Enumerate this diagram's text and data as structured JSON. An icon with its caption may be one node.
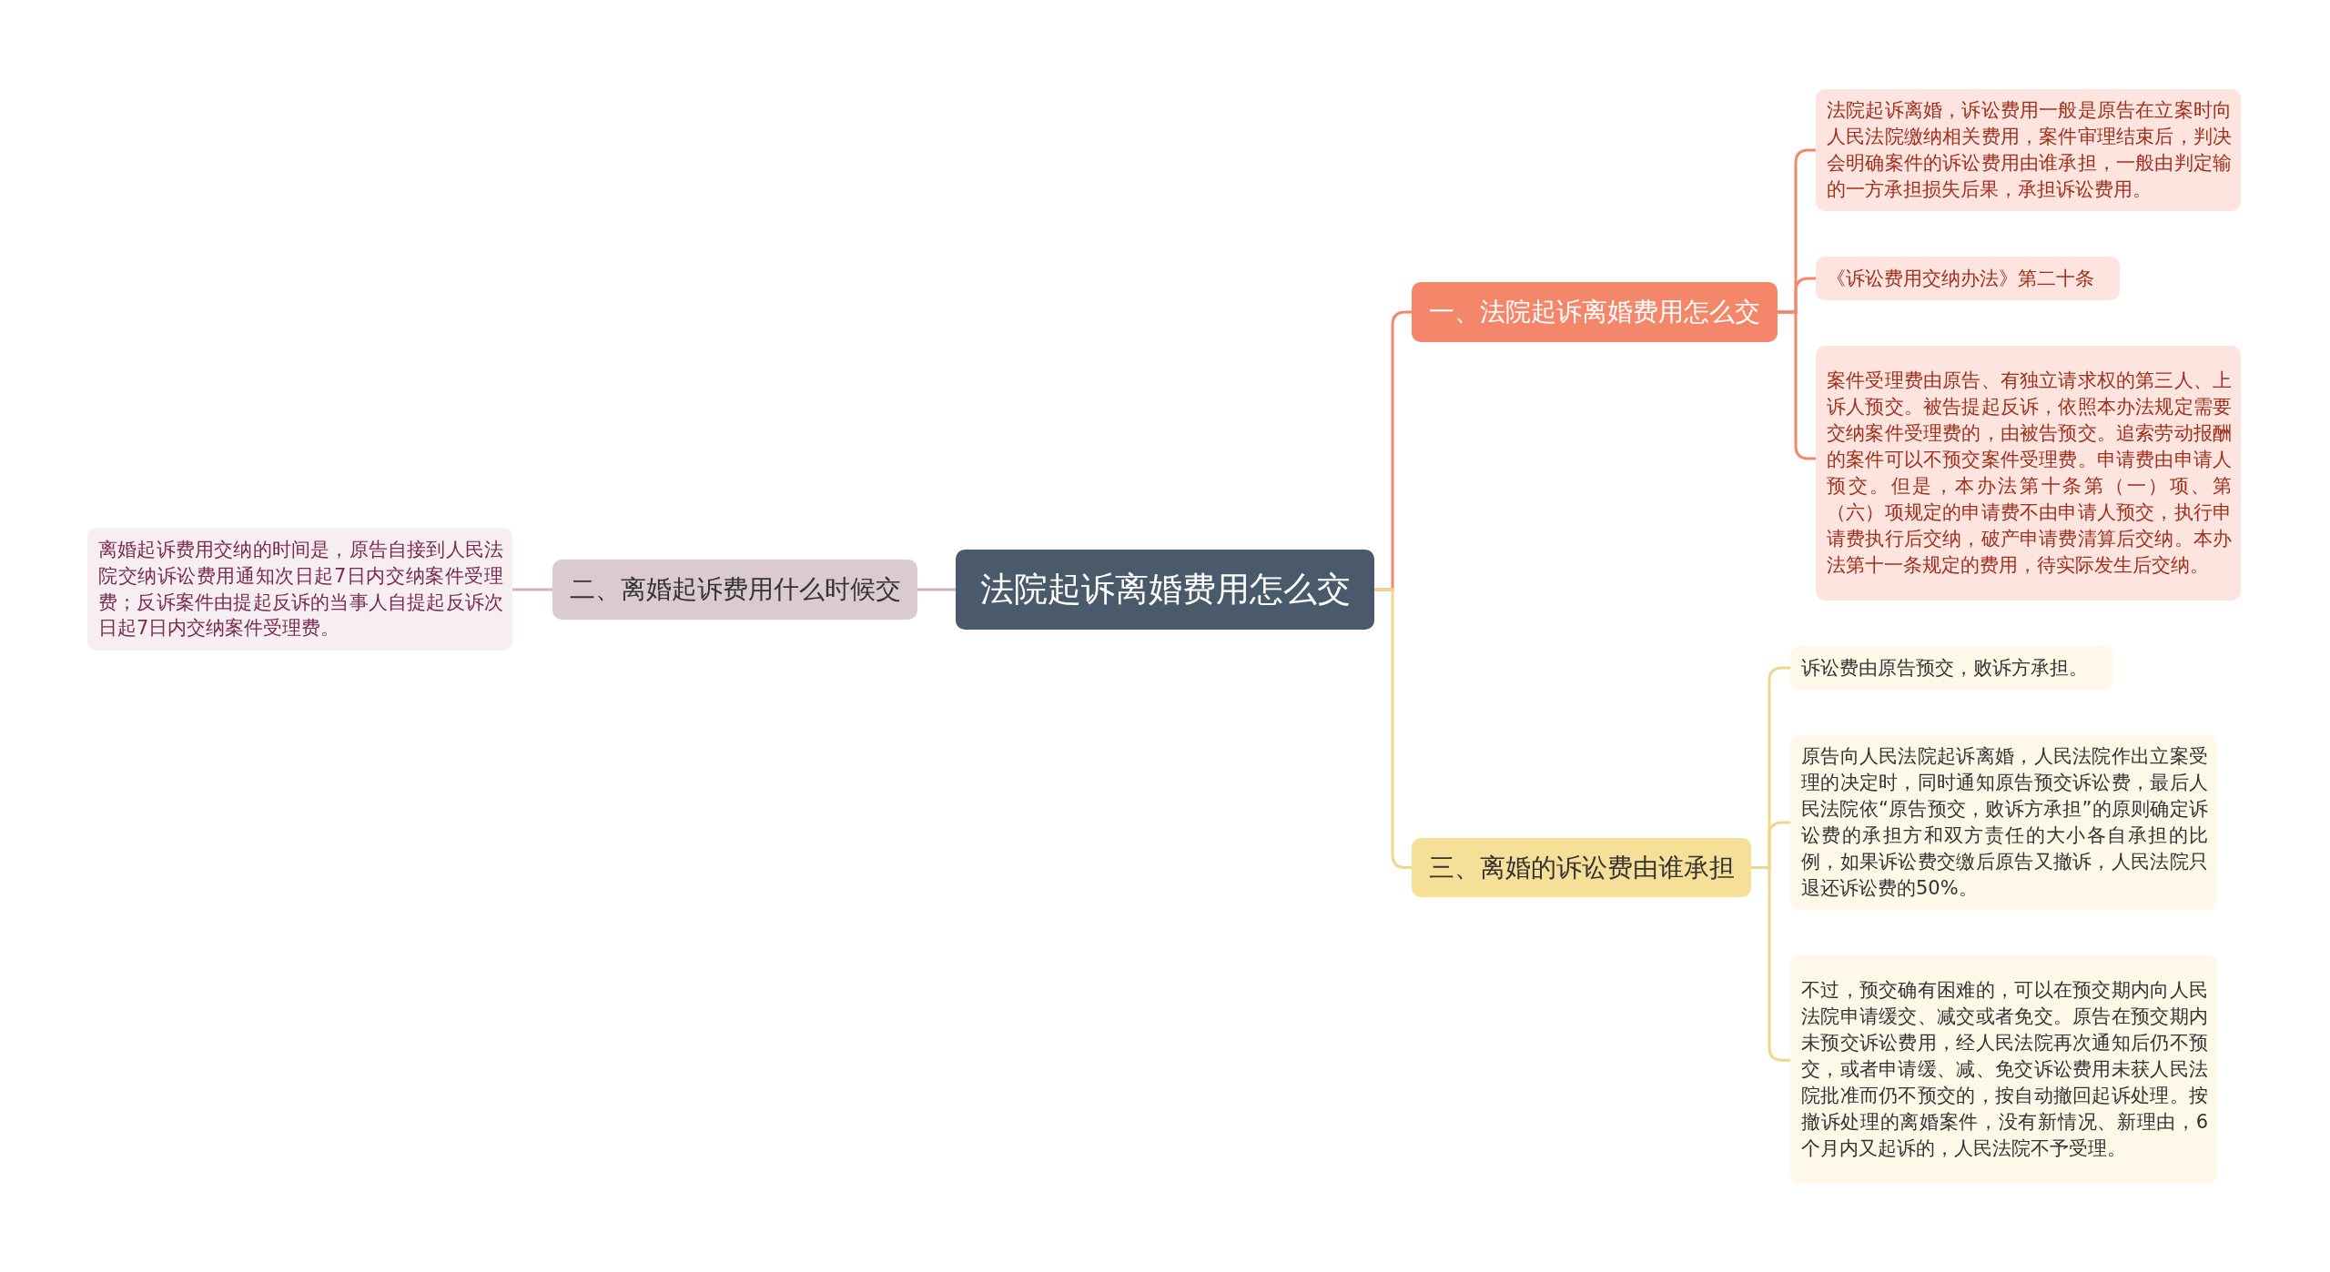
{
  "diagram": {
    "nodes": [
      {
        "text": [
          "法院起诉离婚费用怎么交"
        ]
      },
      {
        "text": [
          "一、法院起诉离婚费用怎么交"
        ]
      },
      {
        "text": [
          "法院起诉离婚，诉讼费用一般是原告在立案时向人民法院缴纳相关费用，案件审理结束后，判决会明确案件的诉讼费用由谁承担，一般由判定输的一方承担损失后果，承担诉讼费用。"
        ]
      },
      {
        "text": [
          "《诉讼费用交纳办法》第二十条"
        ]
      },
      {
        "text": [
          "案件受理费由原告、有独立请求权的第三人、上诉人预交。被告提起反诉，依照本办法规定需要交纳案件受理费的，由被告预交。追索劳动报酬的案件可以不预交案件受理费。申请费由申请人预交。但是，本办法第十条第（一）项、第（六）项规定的申请费不由申请人预交，执行申请费执行后交纳，破产申请费清算后交纳。本办法第十一条规定的费用，待实际发生后交纳。"
        ]
      },
      {
        "text": [
          "二、离婚起诉费用什么时候交"
        ]
      },
      {
        "text": [
          "离婚起诉费用交纳的时间是，原告自接到人民法院交纳诉讼费用通知次日起7日内交纳案件受理费；反诉案件由提起反诉的当事人自提起反诉次日起7日内交纳案件受理费。"
        ]
      },
      {
        "text": [
          "三、离婚的诉讼费由谁承担"
        ]
      },
      {
        "text": [
          "诉讼费由原告预交，败诉方承担。"
        ]
      },
      {
        "text": [
          "原告向人民法院起诉离婚，人民法院作出立案受理的决定时，同时通知原告预交诉讼费，最后人民法院依“原告预交，败诉方承担”的原则确定诉讼费的承担方和双方责任的大小各自承担的比例，如果诉讼费交缴后原告又撤诉，人民法院只退还诉讼费的50%。"
        ]
      },
      {
        "text": [
          "不过，预交确有困难的，可以在预交期内向人民法院申请缓交、减交或者免交。原告在预交期内未预交诉讼费用，经人民法院再次通知后仍不预交，或者申请缓、减、免交诉讼费用未获人民法院批准而仍不预交的，按自动撤回起诉处理。按撤诉处理的离婚案件，没有新情况、新理由，6个月内又起诉的，人民法院不予受理。"
        ]
      }
    ],
    "edges": [
      {
        "from": 0,
        "to": 1,
        "arrow": "none",
        "color": "#f4876a"
      },
      {
        "from": 1,
        "to": 2,
        "arrow": "none",
        "color": "#f4876a"
      },
      {
        "from": 1,
        "to": 3,
        "arrow": "none",
        "color": "#f4876a"
      },
      {
        "from": 1,
        "to": 4,
        "arrow": "none",
        "color": "#f4876a"
      },
      {
        "from": 0,
        "to": 5,
        "arrow": "none",
        "color": "#cfb3c1"
      },
      {
        "from": 5,
        "to": 6,
        "arrow": "none",
        "color": "#cfb3c1"
      },
      {
        "from": 0,
        "to": 7,
        "arrow": "none",
        "color": "#f0d68a"
      },
      {
        "from": 7,
        "to": 8,
        "arrow": "none",
        "color": "#f0d68a"
      },
      {
        "from": 7,
        "to": 9,
        "arrow": "none",
        "color": "#f0d68a"
      },
      {
        "from": 7,
        "to": 10,
        "arrow": "none",
        "color": "#f0d68a"
      }
    ]
  }
}
